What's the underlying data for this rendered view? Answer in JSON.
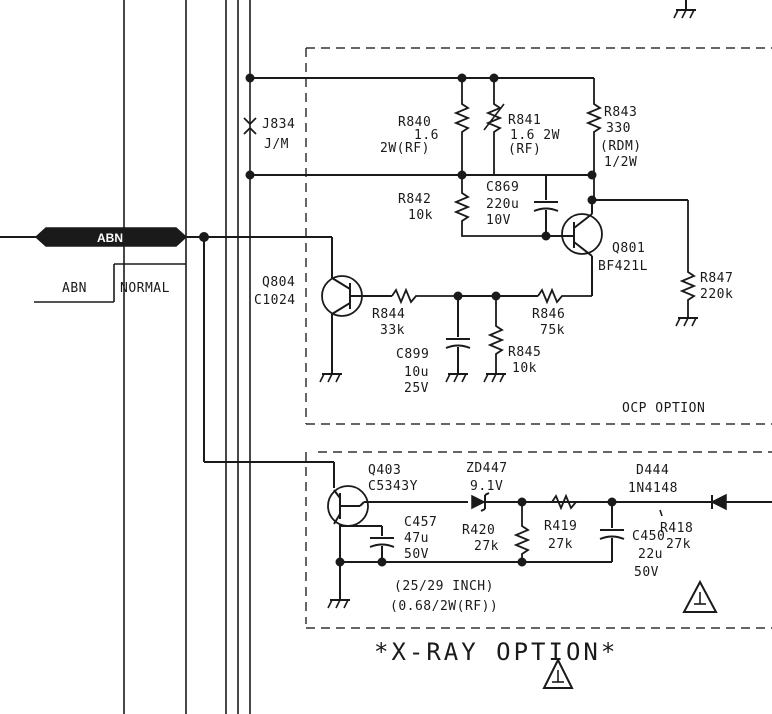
{
  "signals": {
    "abn_tag": "ABN",
    "abn_switch": "ABN",
    "normal_switch": "NORMAL"
  },
  "components": {
    "j834": {
      "ref": "J834",
      "value": "J/M"
    },
    "r840": {
      "ref": "R840",
      "value": "1.6",
      "rating": "2W(RF)"
    },
    "r841": {
      "ref": "R841",
      "value": "1.6  2W",
      "rating": "(RF)"
    },
    "r843": {
      "ref": "R843",
      "value": "330",
      "type": "(RDM)",
      "rating": "1/2W"
    },
    "r842": {
      "ref": "R842",
      "value": "10k"
    },
    "c869": {
      "ref": "C869",
      "value": "220u",
      "rating": "10V"
    },
    "q801": {
      "ref": "Q801",
      "part": "BF421L"
    },
    "r847": {
      "ref": "R847",
      "value": "220k"
    },
    "q804": {
      "ref": "Q804",
      "part": "C1024"
    },
    "r844": {
      "ref": "R844",
      "value": "33k"
    },
    "r846": {
      "ref": "R846",
      "value": "75k"
    },
    "c899": {
      "ref": "C899",
      "value": "10u",
      "rating": "25V"
    },
    "r845": {
      "ref": "R845",
      "value": "10k"
    },
    "q403": {
      "ref": "Q403",
      "part": "C5343Y"
    },
    "zd447": {
      "ref": "ZD447",
      "value": "9.1V"
    },
    "d444": {
      "ref": "D444",
      "part": "1N4148"
    },
    "c457": {
      "ref": "C457",
      "value": "47u",
      "rating": "50V"
    },
    "r420": {
      "ref": "R420",
      "value": "27k"
    },
    "r419": {
      "ref": "R419",
      "value": "27k"
    },
    "c450": {
      "ref": "C450",
      "value": "22u",
      "rating": "50V"
    },
    "r418": {
      "ref": "R418",
      "value": "27k"
    }
  },
  "notes": {
    "inch_note": "(25/29 INCH)",
    "rf_note": "(0.68/2W(RF))",
    "ocp_option": "OCP OPTION",
    "xray_option": "*X-RAY OPTION*"
  }
}
